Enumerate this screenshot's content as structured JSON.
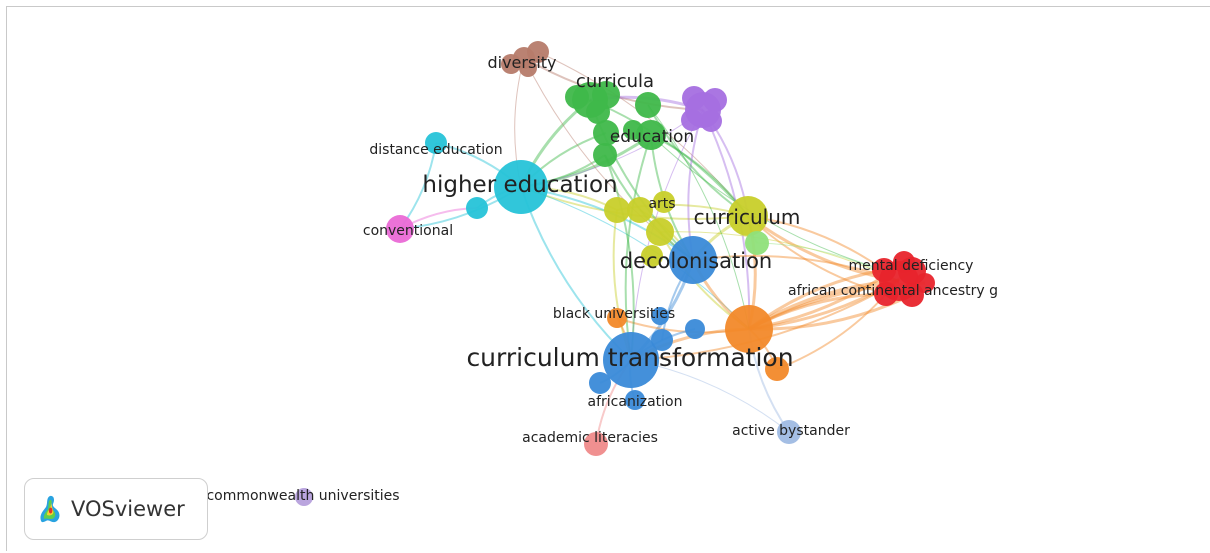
{
  "app": {
    "name": "VOSviewer"
  },
  "clusters": {
    "red": "#e8242c",
    "green": "#3fb84a",
    "blue": "#3a8ad8",
    "yellow": "#c8cf2a",
    "purple": "#a56fe0",
    "cyan": "#26c3d8",
    "orange": "#f2892a",
    "brown": "#b67b6a",
    "pink": "#ea6ad6",
    "lightblue": "#9fbbe3",
    "salmon": "#ef8a8a",
    "lightgreen": "#8fe07a",
    "lavender": "#b6a0dc"
  },
  "labels": {
    "higher_education": "higher education",
    "curriculum_transformation": "curriculum transformation",
    "decolonisation": "decolonisation",
    "curriculum": "curriculum",
    "curricula": "curricula",
    "education": "education",
    "diversity": "diversity",
    "distance_education": "distance education",
    "conventional": "conventional",
    "arts": "arts",
    "mental_deficiency": "mental deficiency",
    "african_continental": "african continental ancestry g",
    "black_universities": "black universities",
    "africanization": "africanization",
    "academic_literacies": "academic literacies",
    "active_bystander": "active bystander",
    "commonwealth_universities": "commonwealth universities"
  }
}
